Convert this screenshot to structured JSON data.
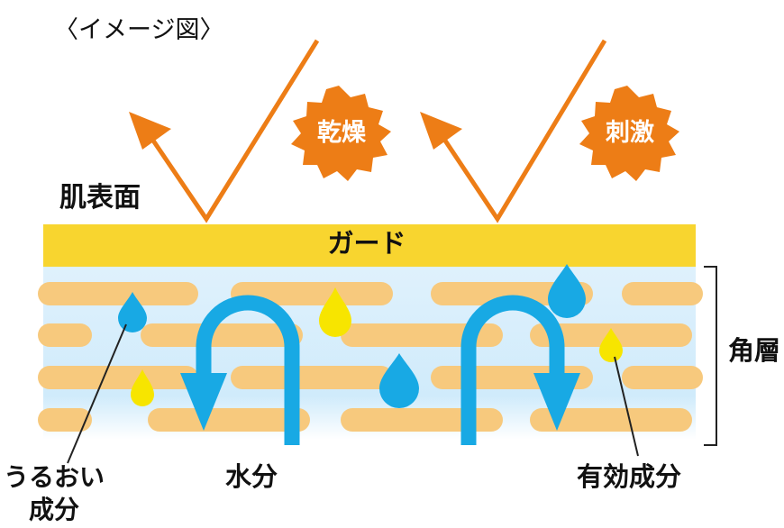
{
  "caption": "〈イメージ図〉",
  "labels": {
    "skin_surface": "肌表面",
    "guard": "ガード",
    "stratum_corneum": "角層",
    "moisturizing_line1": "うるおい",
    "moisturizing_line2": "成分",
    "water": "水分",
    "active_ingredient": "有効成分"
  },
  "bursts": [
    {
      "text": "乾燥"
    },
    {
      "text": "刺激"
    }
  ],
  "colors": {
    "orange": "#ed7d16",
    "guard_yellow": "#f8d52f",
    "layer_blue": "#d4ecfb",
    "cell_tan": "#f7c97d",
    "water_blue": "#18a9e4",
    "droplet_yellow": "#f7e500"
  }
}
